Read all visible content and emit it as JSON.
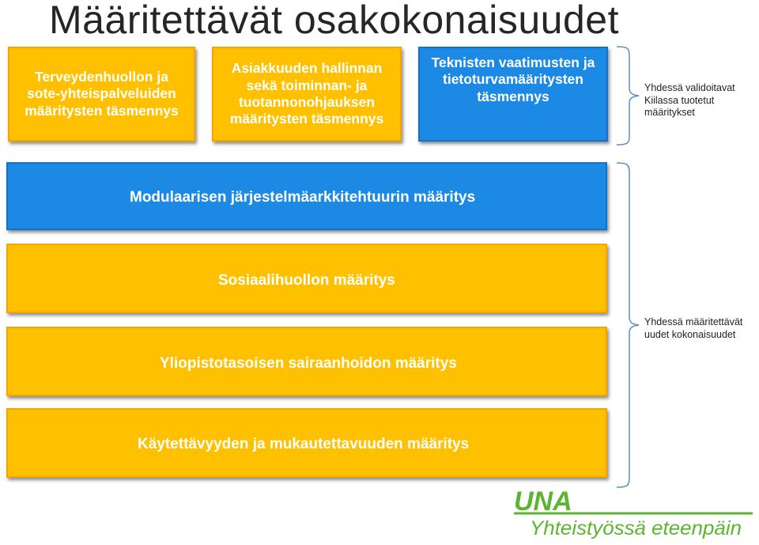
{
  "title": "Määritettävät osakokonaisuudet",
  "top_boxes": [
    "Terveydenhuollon ja sote-yhteispalveluiden määritysten täsmennys",
    "Asiakkuuden hallinnan sekä toiminnan- ja tuotannonohjauksen määritysten täsmennys",
    "Teknisten vaatimusten ja tietoturvamääritysten täsmennys"
  ],
  "wide_boxes": [
    "Modulaarisen järjestelmäarkkitehtuurin määritys",
    "Sosiaalihuollon määritys",
    "Yliopistotasoisen sairaanhoidon määritys",
    "Käytettävyyden ja mukautettavuuden määritys"
  ],
  "side_labels": {
    "validated": "Yhdessä validoitavat Kiilassa tuotetut määritykset",
    "new": "Yhdessä määritettävät uudet kokonaisuudet"
  },
  "logo": {
    "name": "UNA",
    "tagline": "Yhteistyössä eteenpäin"
  },
  "colors": {
    "orange": "#ffc000",
    "blue": "#1c8ae5",
    "logo_green": "#5bb52f"
  }
}
